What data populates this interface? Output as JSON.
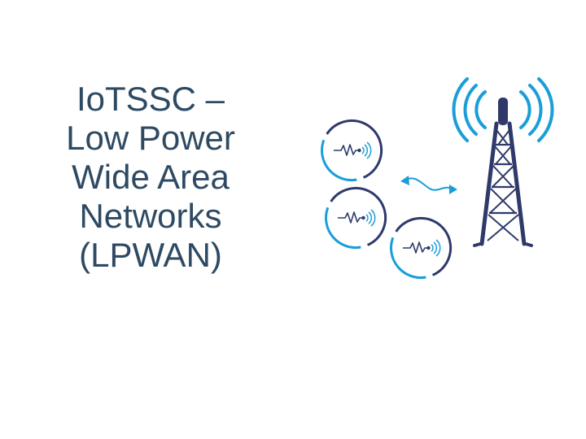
{
  "slide": {
    "title_lines": [
      "IoTSSC –",
      "Low Power",
      "Wide Area",
      "Networks",
      "(LPWAN)"
    ]
  },
  "colors": {
    "title": "#2e4a63",
    "navy": "#2f3a6b",
    "accent": "#1a9ed8"
  },
  "icons": {
    "devices": [
      "sensor-device-icon",
      "sensor-device-icon",
      "sensor-device-icon"
    ],
    "link": "wireless-link-icon",
    "tower": "cell-tower-icon"
  }
}
